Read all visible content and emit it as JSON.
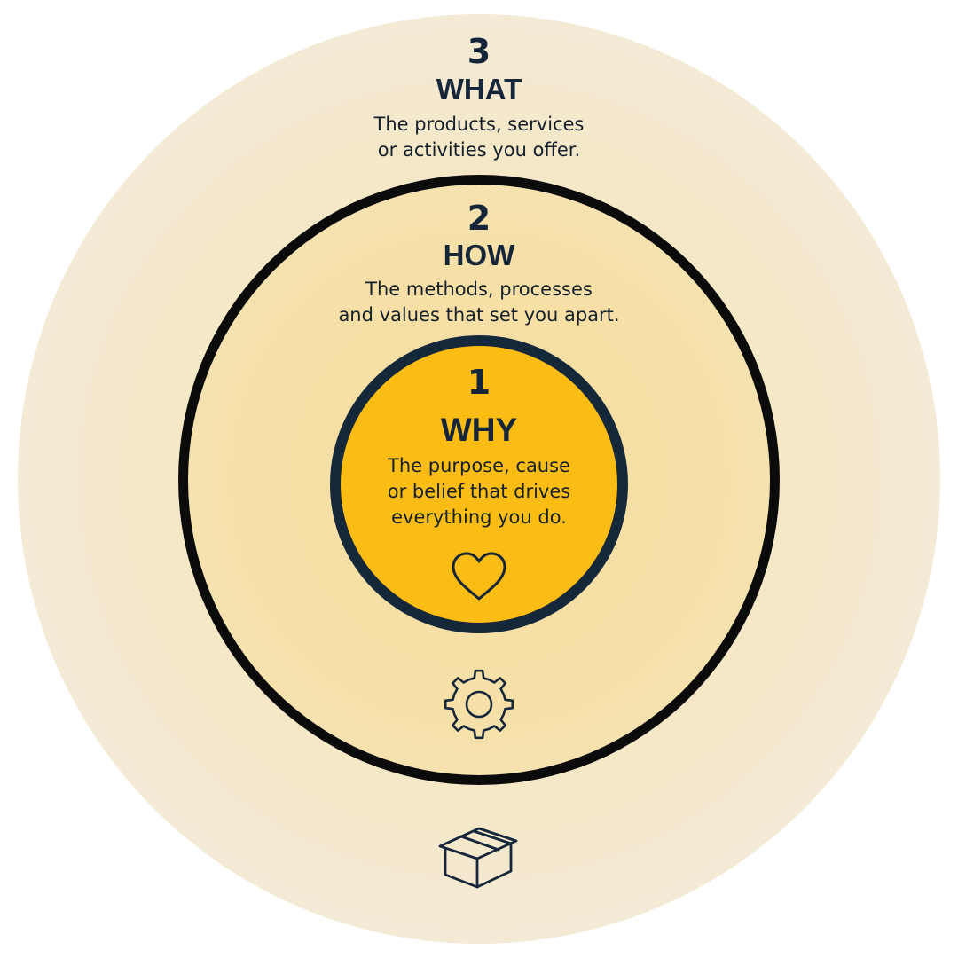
{
  "what": {
    "number": "3",
    "title": "WHAT",
    "description_line1": "The products, services",
    "description_line2": "or activities you offer.",
    "icon": "box-icon"
  },
  "how": {
    "number": "2",
    "title": "HOW",
    "description_line1": "The methods, processes",
    "description_line2": "and values that set you apart.",
    "icon": "gear-icon"
  },
  "why": {
    "number": "1",
    "title": "WHY",
    "description_line1": "The purpose, cause",
    "description_line2": "or belief that drives",
    "description_line3": "everything you do.",
    "icon": "heart-icon"
  },
  "colors": {
    "outer_ring": "#f3ece0",
    "middle_ring": "#f6e0a8",
    "middle_border": "#0b0b0b",
    "core": "#fbbd14",
    "core_border": "#15283a",
    "text": "#16263a"
  }
}
